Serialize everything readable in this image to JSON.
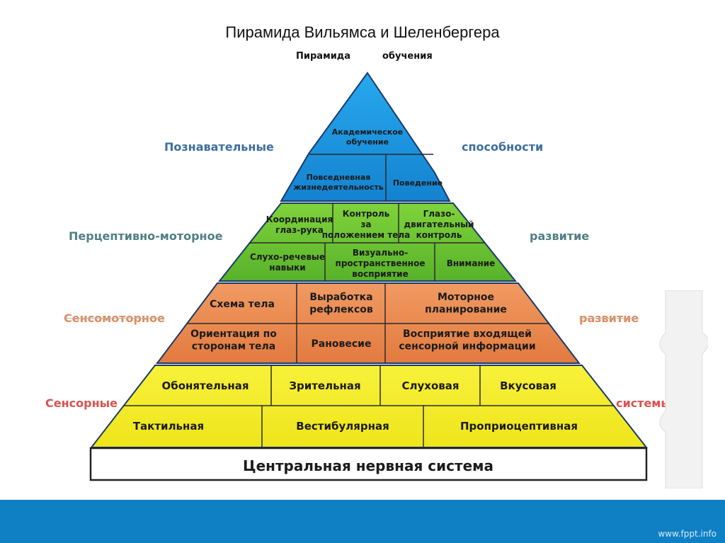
{
  "title": "Пирамида Вильямса и Шеленбергера",
  "header": {
    "left": "Пирамида",
    "right": "обучения"
  },
  "side_labels": {
    "cognitive": {
      "left": "Познавательные",
      "right": "способности"
    },
    "perceptual": {
      "left": "Перцептивно-моторное",
      "right": "развитие"
    },
    "sensorimotor": {
      "left": "Сенсомоторное",
      "right": "развитие"
    },
    "sensory": {
      "left": "Сенсорные",
      "right": "системы"
    }
  },
  "tiers": {
    "blue": {
      "row1": [
        "Академическое обучение"
      ],
      "row2": [
        "Повседневная жизнедеятельность",
        "Поведение"
      ]
    },
    "green": {
      "row1": [
        "Координация глаз-рука",
        "Контроль за положением тела",
        "Глазо-двигательный контроль"
      ],
      "row2": [
        "Слухо-речевые навыки",
        "Визуально-пространственное восприятие",
        "Внимание"
      ]
    },
    "orange": {
      "row1": [
        "Схема тела",
        "Выработка рефлексов",
        "Моторное планирование"
      ],
      "row2": [
        "Ориентация по сторонам тела",
        "Ра­новесие",
        "Восприятие входящей сенсорной информации"
      ]
    },
    "yellow": {
      "row1": [
        "Обонятельная",
        "Зрительная",
        "Слуховая",
        "Вкусовая"
      ],
      "row2": [
        "Тактильная",
        "Вестибулярная",
        "Проприоцептивная"
      ]
    }
  },
  "base": "Центральная нервная система",
  "footer": {
    "url": "www.fppt.info"
  },
  "colors": {
    "blue": "#1a93dc",
    "green": "#6cc432",
    "orange": "#e98850",
    "yellow": "#f3ec2a",
    "footer": "#0f80c4"
  }
}
